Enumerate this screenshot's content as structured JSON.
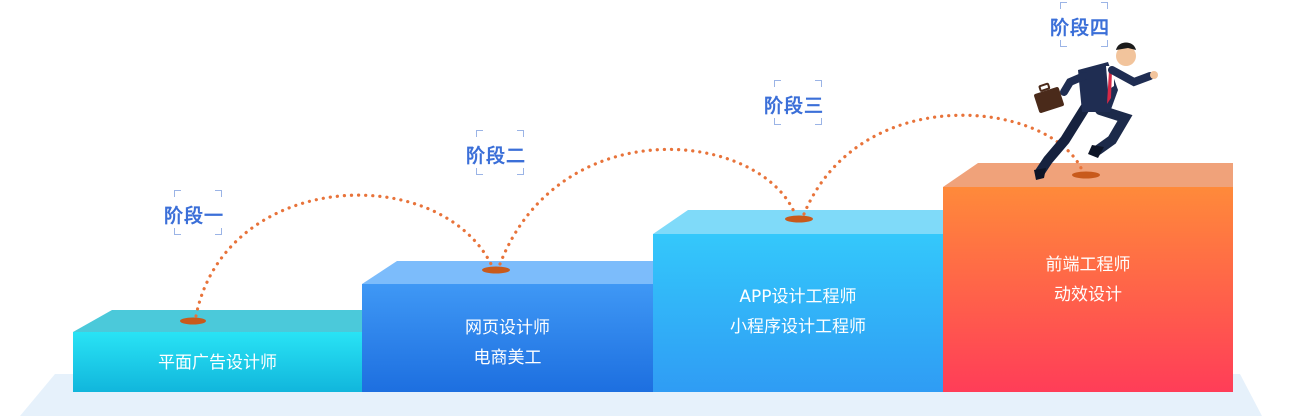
{
  "stages": [
    {
      "label": "阶段一",
      "roles": [
        "平面广告设计师"
      ]
    },
    {
      "label": "阶段二",
      "roles": [
        "网页设计师",
        "电商美工"
      ]
    },
    {
      "label": "阶段三",
      "roles": [
        "APP设计工程师",
        "小程序设计工程师"
      ]
    },
    {
      "label": "阶段四",
      "roles": [
        "前端工程师",
        "动效设计"
      ]
    }
  ],
  "colors": {
    "stage_label": "#3b6fd8",
    "trail": "#e8733a",
    "hole": "#c85a1c",
    "step1": "#1fd4ec",
    "step2": "#2b86ef",
    "step3": "#2fb4f6",
    "step4": "#ff5a4a",
    "base": "#e6f1fb"
  },
  "icons": [
    "running-businessman-icon",
    "briefcase-icon"
  ]
}
